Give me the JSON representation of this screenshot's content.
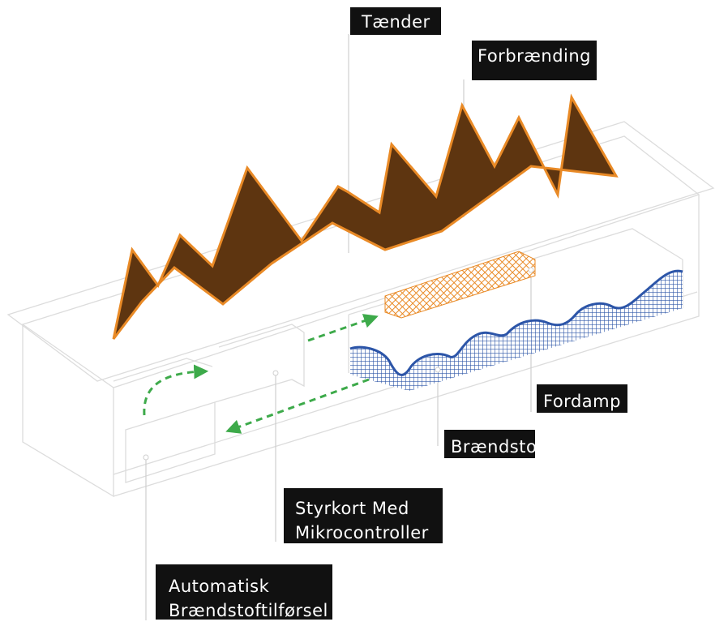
{
  "labels": {
    "taender": "Tænder",
    "forbraending": "Forbrænding",
    "fordamp": "Fordamp",
    "braendstof": "Brændstof",
    "styrkort_line1": "Styrkort Med",
    "styrkort_line2": "Mikrocontroller",
    "automatisk_line1": "Automatisk",
    "automatisk_line2": "Brændstoftilførsel"
  },
  "colors": {
    "flame_fill": "#5e3510",
    "flame_stroke": "#e98a26",
    "fuel_orange": "#e98a26",
    "fuel_blue": "#2c55a8",
    "arrow_green": "#3daa4a",
    "outline_gray": "#dcdcdc",
    "label_bg": "#111111"
  },
  "icons": {
    "flame": "flame-icon",
    "arrow": "flow-arrow-icon"
  }
}
